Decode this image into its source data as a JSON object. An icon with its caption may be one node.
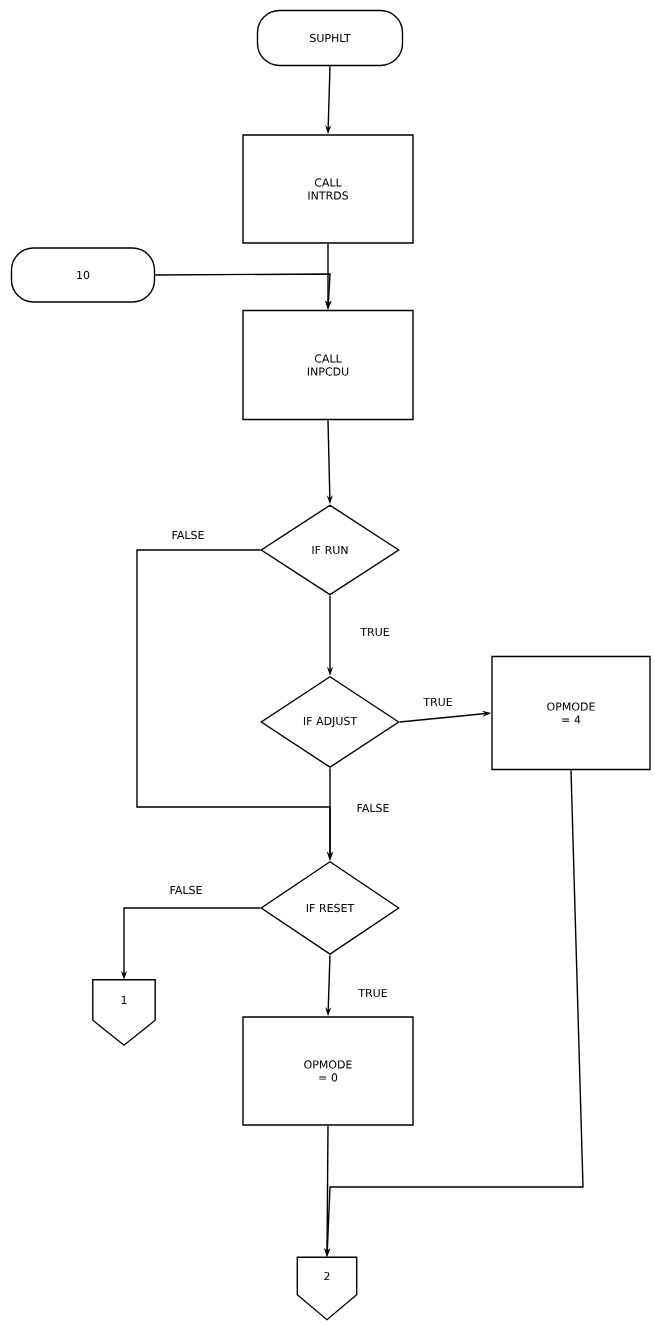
{
  "diagram": {
    "nodes": [
      {
        "text": [
          "SUPHLT"
        ]
      },
      {
        "text": [
          "CALL INTRDS"
        ]
      },
      {
        "text": [
          "10"
        ]
      },
      {
        "text": [
          "CALL INPCDU"
        ]
      },
      {
        "text": [
          "IF RUN"
        ]
      },
      {
        "text": [
          "IF ADJUST"
        ]
      },
      {
        "text": [
          "OPMODE = 4"
        ]
      },
      {
        "text": [
          "IF RESET"
        ]
      },
      {
        "text": [
          "1"
        ]
      },
      {
        "text": [
          "OPMODE = 0"
        ]
      },
      {
        "text": [
          "2"
        ]
      }
    ],
    "edges": [
      {
        "from": 0,
        "to": 1,
        "arrow": "to"
      },
      {
        "from": 1,
        "to": 3,
        "arrow": "to"
      },
      {
        "from": 2,
        "to": 3,
        "arrow": "to"
      },
      {
        "from": 3,
        "to": 4,
        "arrow": "to"
      },
      {
        "from": 4,
        "to": 5,
        "arrow": "to",
        "label": "TRUE"
      },
      {
        "from": 4,
        "to": 7,
        "arrow": "to",
        "label": "FALSE"
      },
      {
        "from": 5,
        "to": 6,
        "arrow": "to",
        "label": "TRUE"
      },
      {
        "from": 5,
        "to": 7,
        "arrow": "to",
        "label": "FALSE"
      },
      {
        "from": 7,
        "to": 8,
        "arrow": "to",
        "label": "FALSE"
      },
      {
        "from": 7,
        "to": 9,
        "arrow": "to",
        "label": "TRUE"
      },
      {
        "from": 9,
        "to": 10,
        "arrow": "to"
      },
      {
        "from": 6,
        "to": 10,
        "arrow": "to"
      }
    ]
  }
}
